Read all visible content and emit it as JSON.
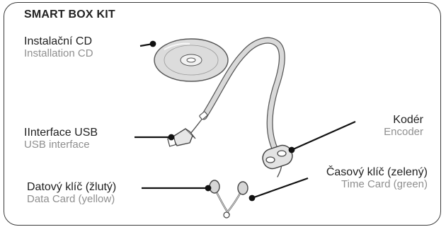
{
  "title": "SMART BOX KIT",
  "labels": {
    "cd": {
      "cz": "Instalační CD",
      "en": "Installation CD"
    },
    "usb": {
      "cz": "IInterface USB",
      "en": "USB interface"
    },
    "encoder": {
      "cz": "Kodér",
      "en": "Encoder"
    },
    "data_card": {
      "cz": "Datový klíč (žlutý)",
      "en": "Data Card (yellow)"
    },
    "time_card": {
      "cz": "Časový klíč (zelený)",
      "en": "Time Card (green)"
    }
  }
}
